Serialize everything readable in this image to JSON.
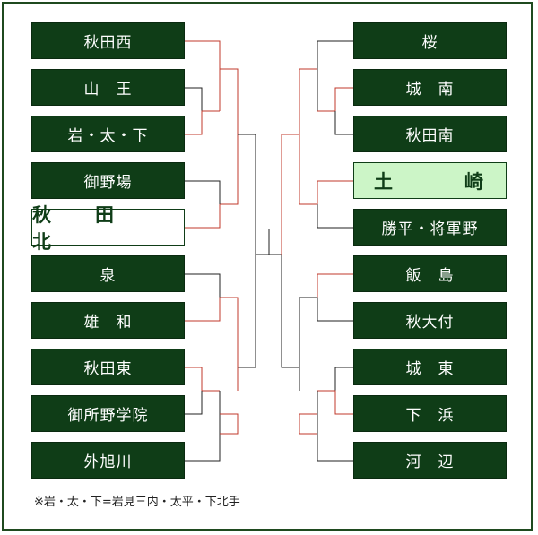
{
  "colors": {
    "team_bg": "#0f3d17",
    "win_line": "#c0392b",
    "line": "#222222",
    "winner_left_bg": "#ffffff",
    "winner_right_bg": "#ccf5c7"
  },
  "left_teams": [
    {
      "name": "秋田西"
    },
    {
      "name": "山　王"
    },
    {
      "name": "岩・太・下"
    },
    {
      "name": "御野場"
    },
    {
      "name": "秋　田　北"
    },
    {
      "name": "泉"
    },
    {
      "name": "雄　和"
    },
    {
      "name": "秋田東"
    },
    {
      "name": "御所野学院"
    },
    {
      "name": "外旭川"
    }
  ],
  "right_teams": [
    {
      "name": "桜"
    },
    {
      "name": "城　南"
    },
    {
      "name": "秋田南"
    },
    {
      "name": "土崎",
      "part1": "土",
      "part2": "崎"
    },
    {
      "name": "勝平・将軍野"
    },
    {
      "name": "飯　島"
    },
    {
      "name": "秋大付"
    },
    {
      "name": "城　東"
    },
    {
      "name": "下　浜"
    },
    {
      "name": "河　辺"
    }
  ],
  "note": "※岩・太・下=岩見三内・太平・下北手"
}
